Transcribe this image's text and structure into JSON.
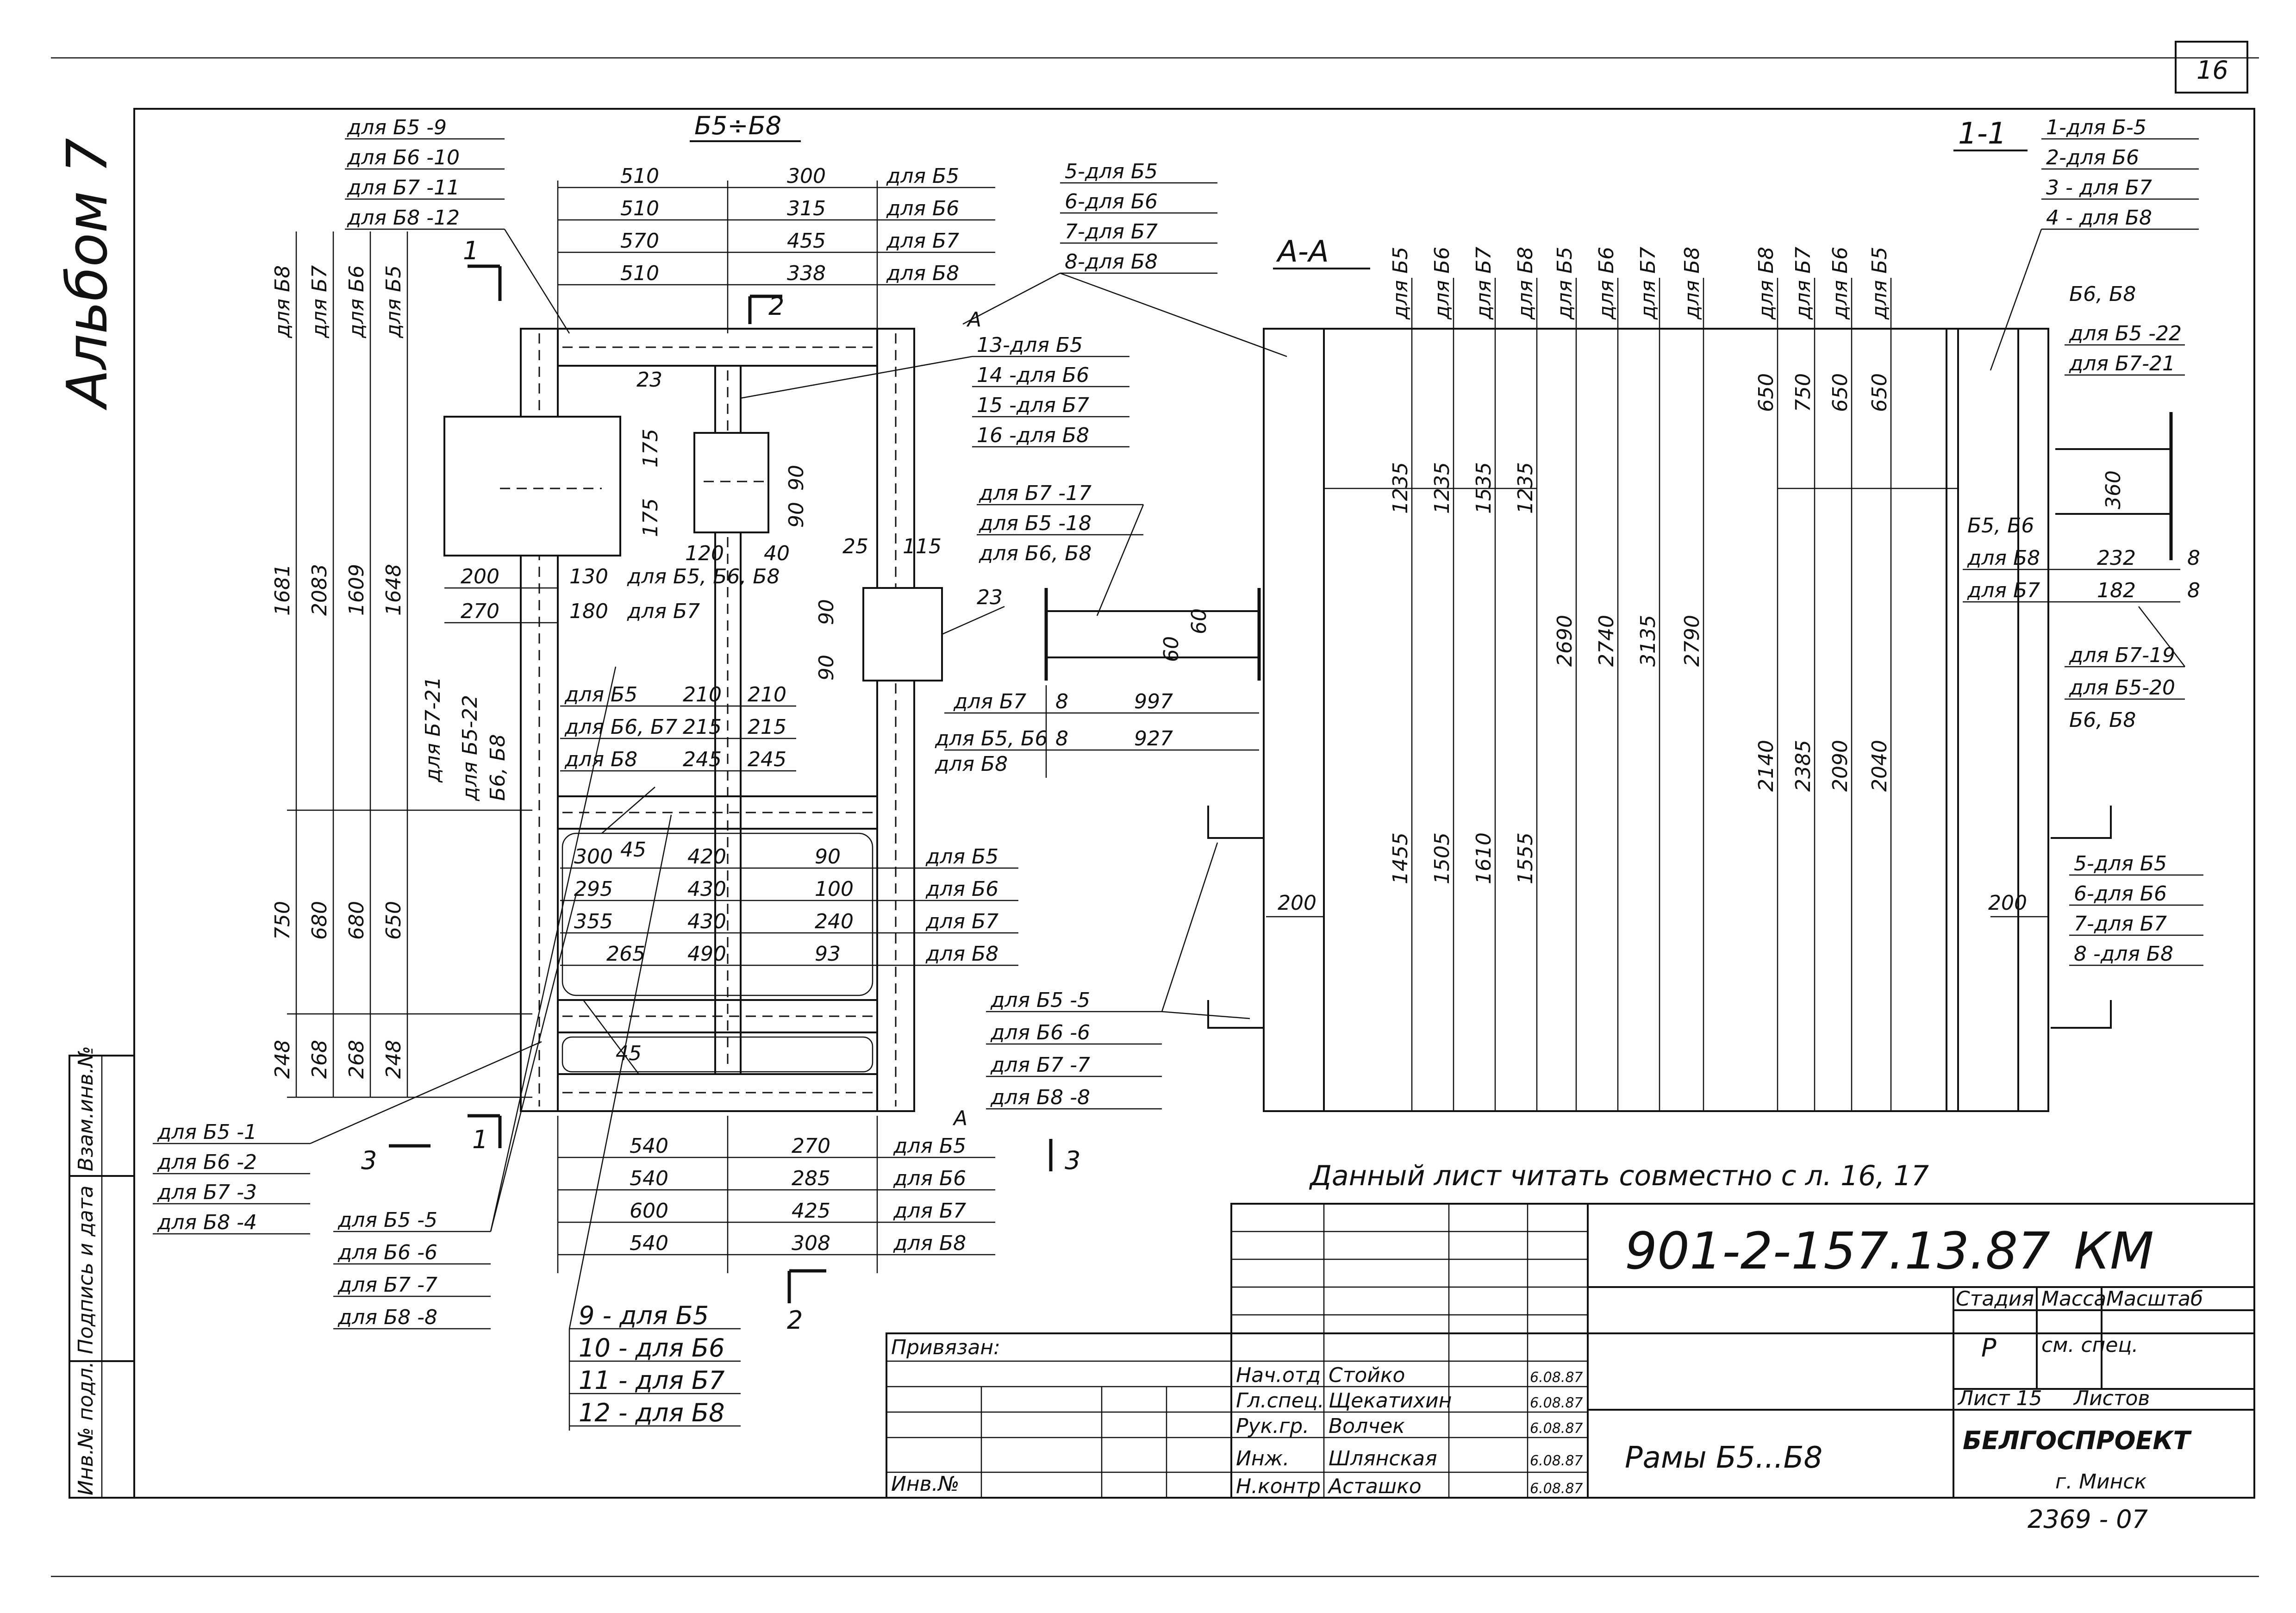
{
  "sheet": {
    "sheet_number": "16",
    "album_label": "Альбом 7",
    "note": "Данный лист читать совместно с л. 16, 17"
  },
  "views": {
    "frame_range": "Б5÷Б8",
    "section_aa": "А-А",
    "section_11": "1-1",
    "cut_1": "1",
    "cut_2": "2",
    "cut_3": "3",
    "cut_a": "А"
  },
  "left_frame": {
    "top_dims": [
      {
        "w": "510",
        "v": "300",
        "label": "для Б5"
      },
      {
        "w": "510",
        "v": "315",
        "label": "для Б6"
      },
      {
        "w": "570",
        "v": "455",
        "label": "для Б7"
      },
      {
        "w": "510",
        "v": "338",
        "label": "для Б8"
      }
    ],
    "bottom_dims": [
      {
        "w": "540",
        "v": "270",
        "label": "для Б5"
      },
      {
        "w": "540",
        "v": "285",
        "label": "для Б6"
      },
      {
        "w": "600",
        "v": "425",
        "label": "для Б7"
      },
      {
        "w": "540",
        "v": "308",
        "label": "для Б8"
      }
    ],
    "top_left_callouts": [
      "для Б5 -9",
      "для Б6 -10",
      "для Б7 -11",
      "для Б8 -12"
    ],
    "top_right_callouts": [
      "5-для Б5",
      "6-для Б6",
      "7-для Б7",
      "8-для Б8"
    ],
    "mid_right_callouts": [
      "13-для Б5",
      "14 -для Б6",
      "15 -для Б7",
      "16 -для Б8"
    ],
    "left_col_labels": [
      "для Б8",
      "для Б7",
      "для Б6",
      "для Б5"
    ],
    "left_heights_top": [
      "1681",
      "2083",
      "1609",
      "1648"
    ],
    "left_heights_mid": [
      "750",
      "680",
      "680",
      "650"
    ],
    "left_heights_bot": [
      "248",
      "268",
      "268",
      "248"
    ],
    "plate_dims": [
      "175",
      "175",
      "90",
      "90",
      "120",
      "40",
      "23",
      "200",
      "270",
      "130",
      "180",
      "для Б5, Б6, Б8",
      "для Б7"
    ],
    "vertical_callouts": [
      "для Б7-21",
      "для Б5-22",
      "Б6, Б8"
    ],
    "web_dims": [
      {
        "label": "для Б5",
        "a": "210",
        "b": "210"
      },
      {
        "label": "для Б6, Б7",
        "a": "215",
        "b": "215"
      },
      {
        "label": "для Б8",
        "a": "245",
        "b": "245"
      }
    ],
    "lower_dims": [
      {
        "a": "300",
        "b": "420",
        "c": "90",
        "label": "для Б5"
      },
      {
        "a": "295",
        "b": "430",
        "c": "100",
        "label": "для Б6"
      },
      {
        "a": "355",
        "b": "430",
        "c": "240",
        "label": "для Б7"
      },
      {
        "a": "265",
        "b": "490",
        "c": "93",
        "label": "для Б8"
      }
    ],
    "angle_45": "45",
    "bottom_left_callouts": [
      "для Б5 -1",
      "для Б6 -2",
      "для Б7 -3",
      "для Б8 -4"
    ],
    "bottom_mid_callouts": [
      "для Б5 -5",
      "для Б6 -6",
      "для Б7 -7",
      "для Б8 -8"
    ],
    "bottom_center_callouts": [
      "9 - для Б5",
      "10 - для Б6",
      "11 - для Б7",
      "12 - для Б8"
    ]
  },
  "bracket": {
    "dims_top": [
      "25",
      "115",
      "90",
      "90",
      "23",
      "60",
      "60"
    ],
    "callouts": [
      "для Б7 -17",
      "для Б5 -18",
      "для Б6, Б8"
    ],
    "len_rows": [
      {
        "label": "для Б7",
        "t": "8",
        "len": "997"
      },
      {
        "label": "для Б5, Б6",
        "t": "8",
        "len": "927"
      },
      {
        "label": "для Б8",
        "t": "",
        "len": ""
      }
    ],
    "lower_callouts": [
      "для Б5 -5",
      "для Б6 -6",
      "для Б7 -7",
      "для Б8 -8"
    ]
  },
  "section_aa": {
    "col_labels": [
      "для Б5",
      "для Б6",
      "для Б7",
      "для Б8",
      "для Б5",
      "для Б6",
      "для Б7",
      "для Б8",
      "для Б8",
      "для Б7",
      "для Б6",
      "для Б5"
    ],
    "upper_values": [
      "1235",
      "1235",
      "1535",
      "1235"
    ],
    "mid_values": [
      "2690",
      "2740",
      "3135",
      "2790"
    ],
    "lower_values": [
      "1455",
      "1505",
      "1610",
      "1555"
    ],
    "right_upper": [
      "650",
      "750",
      "650",
      "650"
    ],
    "right_lower": [
      "2140",
      "2385",
      "2090",
      "2040"
    ],
    "width_200": "200"
  },
  "section_11": {
    "top_callouts": [
      "1-для Б-5",
      "2-для Б6",
      "3 - для Б7",
      "4 - для Б8"
    ],
    "bar_labels": [
      "Б6, Б8",
      "для Б5 -22",
      "для Б7-21"
    ],
    "dim_360": "360",
    "rows": [
      {
        "label": "Б5, Б6",
        "v": ""
      },
      {
        "label": "для Б8",
        "v": "232",
        "t": "8"
      },
      {
        "label": "для Б7",
        "v": "182",
        "t": "8"
      }
    ],
    "callouts_mid": [
      "для Б7-19",
      "для Б5-20",
      "Б6, Б8"
    ],
    "callouts_low": [
      "5-для Б5",
      "6-для Б6",
      "7-для Б7",
      "8 -для Б8"
    ],
    "width_200": "200"
  },
  "title_block": {
    "code": "901-2-157.13.87",
    "mark": "КМ",
    "bound_label": "Привязан:",
    "inv_label": "Инв.№",
    "stage_header": "Стадия",
    "mass_header": "Масса",
    "scale_header": "Масштаб",
    "stage": "Р",
    "mass": "см. спец.",
    "sheet_label": "Лист 15",
    "sheets_label": "Листов",
    "title": "Рамы Б5...Б8",
    "org": "БЕЛГОСПРОЕКТ",
    "city": "г. Минск",
    "order": "2369 - 07",
    "staff": [
      {
        "role": "Нач.отд",
        "name": "Стойко",
        "date": "6.08.87"
      },
      {
        "role": "Гл.спец.",
        "name": "Щекатихин",
        "date": "6.08.87"
      },
      {
        "role": "Рук.гр.",
        "name": "Волчек",
        "date": "6.08.87"
      },
      {
        "role": "Инж.",
        "name": "Шлянская",
        "date": "6.08.87"
      },
      {
        "role": "Н.контр",
        "name": "Асташко",
        "date": "6.08.87"
      }
    ],
    "side_stamp": [
      "Инв.№ подл.",
      "Подпись и дата",
      "Взам.инв.№"
    ]
  }
}
